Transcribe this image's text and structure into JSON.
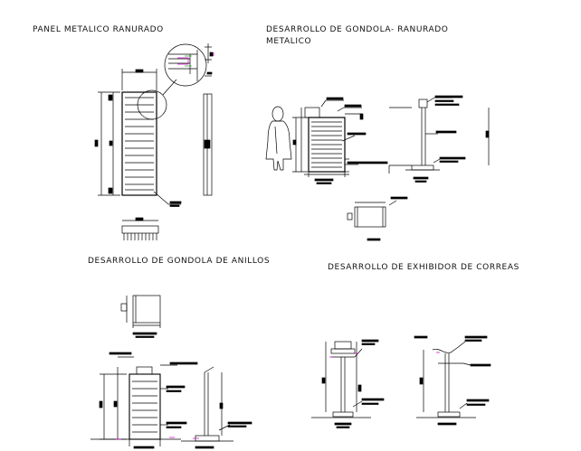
{
  "titles": {
    "panel": "PANEL METALICO RANURADO",
    "gondola_line1": "DESARROLLO DE GONDOLA- RANURADO",
    "gondola_line2": "METALICO",
    "anillos": "DESARROLLO DE GONDOLA DE ANILLOS",
    "correas": "DESARROLLO DE EXHIBIDOR DE CORREAS"
  },
  "colors": {
    "line": "#000000",
    "accent": "#cc00cc",
    "accent2": "#22aa22"
  }
}
